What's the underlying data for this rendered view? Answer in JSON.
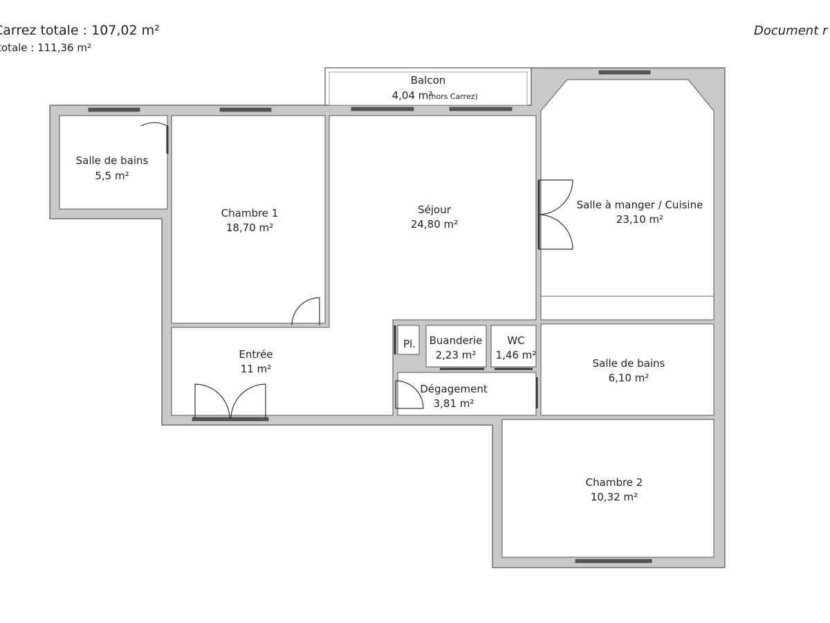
{
  "header": {
    "carrez_total": "Carrez totale : 107,02 m²",
    "total": "totale : 111,36 m²",
    "document_label": "Document r"
  },
  "colors": {
    "wall": "#c9c9c9",
    "wall_outline": "#555555",
    "room": "#ffffff",
    "window": "#444444"
  },
  "rooms": {
    "balcon": {
      "name": "Balcon",
      "area": "4,04 m²",
      "note": "(hors Carrez)"
    },
    "sdb1": {
      "name": "Salle de bains",
      "area": "5,5 m²"
    },
    "chambre1": {
      "name": "Chambre 1",
      "area": "18,70 m²"
    },
    "sejour": {
      "name": "Séjour",
      "area": "24,80 m²"
    },
    "cuisine": {
      "name": "Salle à manger / Cuisine",
      "area": "23,10 m²"
    },
    "entree": {
      "name": "Entrée",
      "area": "11 m²"
    },
    "placard": {
      "name": "Pl."
    },
    "buanderie": {
      "name": "Buanderie",
      "area": "2,23 m²"
    },
    "wc": {
      "name": "WC",
      "area": "1,46 m²"
    },
    "degagement": {
      "name": "Dégagement",
      "area": "3,81 m²"
    },
    "sdb2": {
      "name": "Salle de bains",
      "area": "6,10 m²"
    },
    "chambre2": {
      "name": "Chambre 2",
      "area": "10,32 m²"
    }
  }
}
